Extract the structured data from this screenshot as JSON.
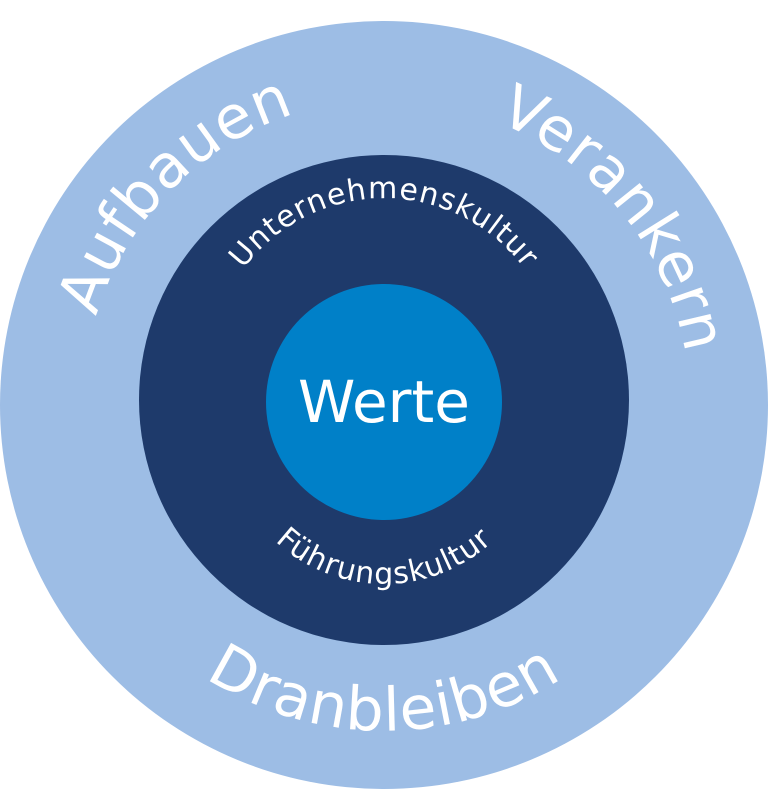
{
  "colors": {
    "outer_ring": "#9dbde5",
    "middle_ring": "#1e3a6b",
    "center": "#0080c8",
    "text": "#ffffff"
  },
  "outer_ring": {
    "labels": {
      "top_left": "Aufbauen",
      "top_right": "Verankern",
      "bottom": "Dranbleiben"
    }
  },
  "middle_ring": {
    "labels": {
      "top": "Unternehmenskultur",
      "bottom": "Führungskultur"
    }
  },
  "center": {
    "label": "Werte"
  }
}
